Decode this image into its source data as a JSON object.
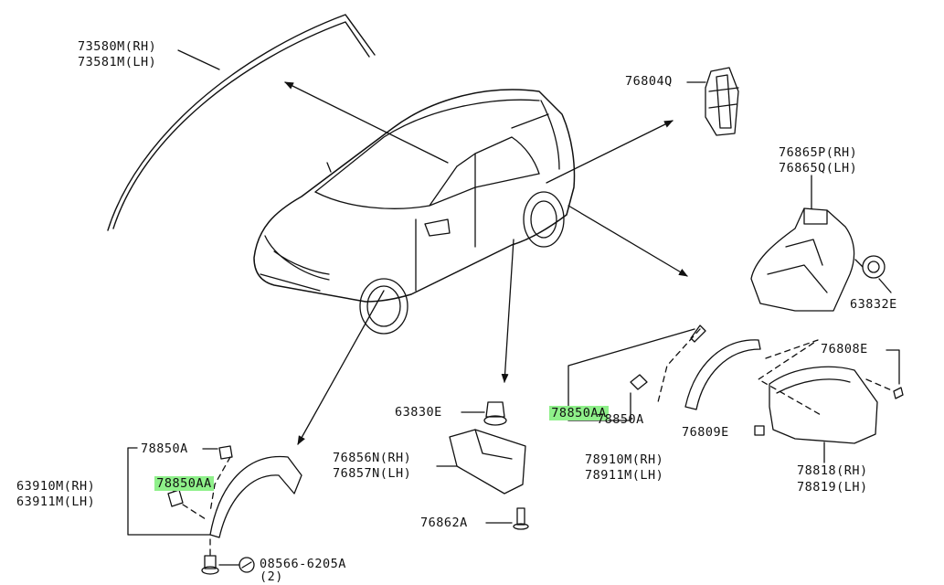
{
  "highlight_color": "#8ff08a",
  "labels": {
    "l73580m": "73580M(RH)",
    "l73581m": "73581M(LH)",
    "l76804q": "76804Q",
    "l76865p": "76865P(RH)",
    "l76865q": "76865Q(LH)",
    "l63832e": "63832E",
    "l76808e": "76808E",
    "l78850aa_right": "78850AA",
    "l78850a_right": "78850A",
    "l76809e": "76809E",
    "l78910m": "78910M(RH)",
    "l78911m": "78911M(LH)",
    "l78818": "78818(RH)",
    "l78819": "78819(LH)",
    "l63830e": "63830E",
    "l76856n": "76856N(RH)",
    "l76857n": "76857N(LH)",
    "l76862a": "76862A",
    "l78850a_left": "78850A",
    "l78850aa_left": "78850AA",
    "l63910m": "63910M(RH)",
    "l63911m": "63911M(LH)",
    "l08566": "08566-6205A",
    "l08566_qty": "(2)"
  }
}
